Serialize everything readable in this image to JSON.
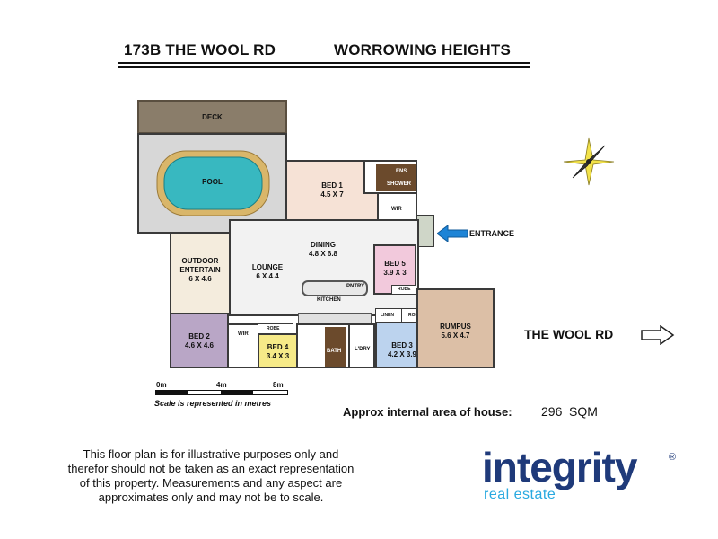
{
  "header": {
    "address": "173B THE WOOL RD",
    "suburb": "WORROWING HEIGHTS"
  },
  "rooms": {
    "deck": "DECK",
    "pool": "POOL",
    "bed1": {
      "name": "BED 1",
      "size": "4.5 X 7"
    },
    "ens": "ENS",
    "shower": "SHOWER",
    "wir1": "WIR",
    "entrance": "ENTRANCE",
    "dining": {
      "name": "DINING",
      "size": "4.8 X 6.8"
    },
    "outdoor": {
      "name1": "OUTDOOR",
      "name2": "ENTERTAIN",
      "size": "6 X 4.6"
    },
    "lounge": {
      "name": "LOUNGE",
      "size": "6 X 4.4"
    },
    "bed5": {
      "name": "BED 5",
      "size": "3.9 X 3"
    },
    "robe5": "ROBE",
    "pntry": "PNTRY",
    "kitchen": "KITCHEN",
    "bed2": {
      "name": "BED 2",
      "size": "4.6 X 4.6"
    },
    "wir2": "WIR",
    "robe4": "ROBE",
    "bed4": {
      "name": "BED 4",
      "size": "3.4 X 3"
    },
    "bath": "BATH",
    "ldry": "L'DRY",
    "linen": "LINEN",
    "robe3": "ROBE",
    "bed3": {
      "name": "BED 3",
      "size": "4.2 X 3.9"
    },
    "rumpus": {
      "name": "RUMPUS",
      "size": "5.6 X 4.7"
    }
  },
  "street": "THE WOOL RD",
  "scale": {
    "ticks": [
      "0m",
      "4m",
      "8m"
    ],
    "caption": "Scale is represented in metres"
  },
  "area": {
    "label": "Approx internal area of house:",
    "value": "296",
    "unit": "SQM"
  },
  "disclaimer": [
    "This floor plan is for illustrative purposes only and",
    "therefor should not be taken as an exact representation",
    "of this property. Measurements and any aspect are",
    "approximates only and may not be to scale."
  ],
  "logo": {
    "main": "integrity",
    "sub": "real estate",
    "reg": "®"
  },
  "colors": {
    "deck": "#8a7d6a",
    "pool_water": "#38b8c0",
    "pool_edge": "#d9b66a",
    "bed1": "#f6e2d6",
    "bed5": "#f2c9dc",
    "bed2": "#b9a6c6",
    "bed4": "#f6ea88",
    "bed3": "#bcd3ee",
    "rumpus": "#dcbfa6",
    "outdoor": "#f4ecdd",
    "arrow_blue": "#1e84d6",
    "logo_navy": "#1f3a7a",
    "logo_cyan": "#28a9e0"
  }
}
